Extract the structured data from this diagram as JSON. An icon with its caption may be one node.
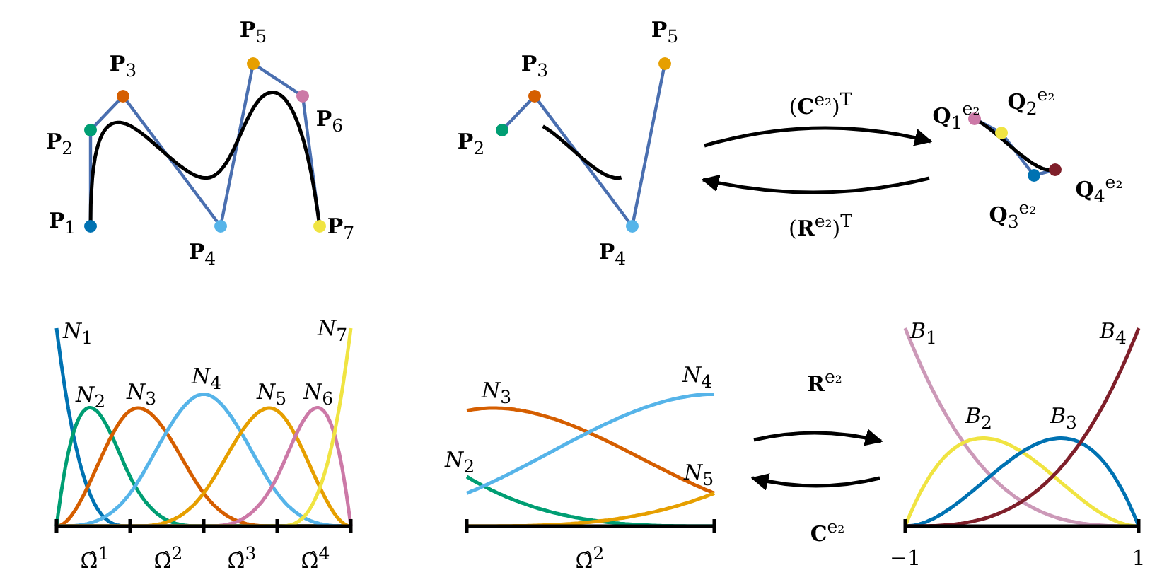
{
  "diagram": {
    "nodes": [
      {
        "text": [
          "**P**$_{1}$",
          "**P**$_{2}$",
          "**P**$_{3}$",
          "**P**$_{4}$",
          "**P**$_{5}$",
          "**P**$_{6}$",
          "**P**$_{7}$"
        ]
      },
      {
        "text": [
          "**P**$_{2}$",
          "**P**$_{3}$",
          "**P**$_{4}$",
          "**P**$_{5}$"
        ]
      },
      {
        "text": [
          "**Q**$_{1}$$^{e₂}$",
          "**Q**$_{2}$$^{e₂}$",
          "**Q**$_{3}$$^{e₂}$",
          "**Q**$_{4}$$^{e₂}$"
        ]
      },
      {
        "text": [
          "*N*$_{1}$",
          "*N*$_{2}$",
          "*N*$_{3}$",
          "*N*$_{4}$",
          "*N*$_{5}$",
          "*N*$_{6}$",
          "*N*$_{7}$",
          "Ω̂$^{1}$",
          "Ω̂$^{2}$",
          "Ω̂$^{3}$",
          "Ω̂$^{4}$"
        ]
      },
      {
        "text": [
          "*N*$_{3}$",
          "*N*$_{2}$",
          "*N*$_{4}$",
          "*N*$_{5}$",
          "Ω̂$^{2}$"
        ]
      },
      {
        "text": [
          "*B*$_{1}$",
          "*B*$_{2}$",
          "*B*$_{3}$",
          "*B*$_{4}$",
          "−1",
          "1"
        ]
      }
    ],
    "edges": [
      {
        "from": 1,
        "to": 2,
        "arrow": "to",
        "label": "(**C**$^{e₂}$)$^{T}$"
      },
      {
        "from": 2,
        "to": 1,
        "arrow": "to",
        "label": "(**R**$^{e₂}$)$^{T}$"
      },
      {
        "from": 4,
        "to": 5,
        "arrow": "to",
        "label": "**R**$^{e₂}$"
      },
      {
        "from": 5,
        "to": 4,
        "arrow": "to",
        "label": "**C**$^{e₂}$"
      }
    ]
  }
}
